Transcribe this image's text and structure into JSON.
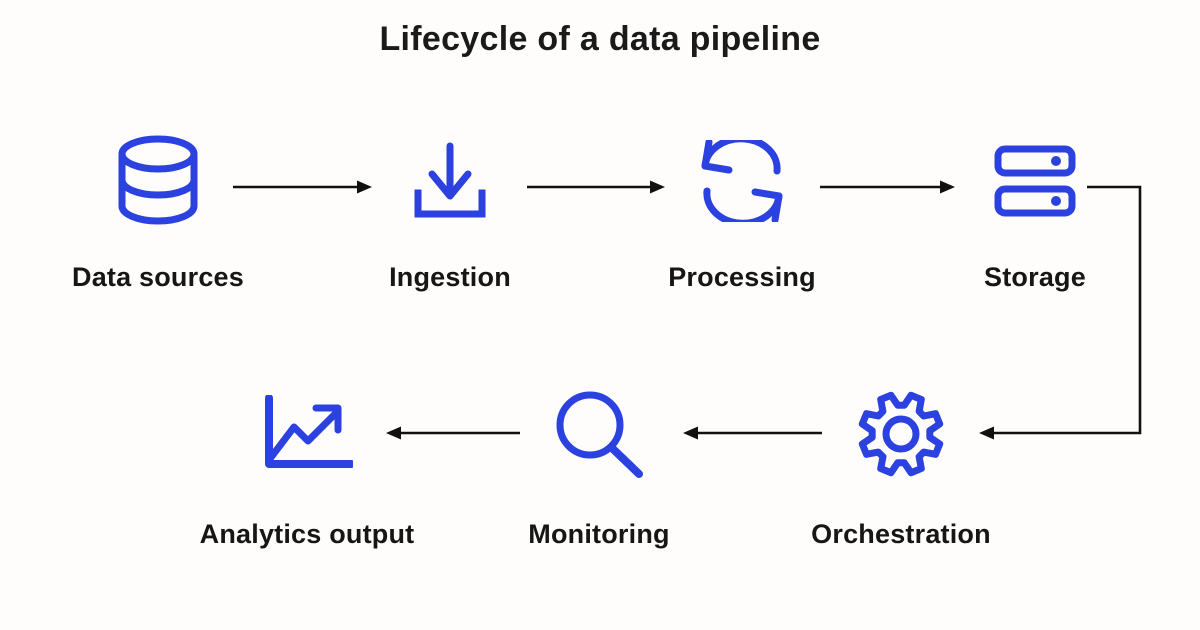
{
  "title": "Lifecycle of a data pipeline",
  "colors": {
    "background": "#fffdfb",
    "icon_accent": "#2b41e0",
    "arrow": "#111111",
    "text": "#161616"
  },
  "stages": {
    "top": [
      {
        "label": "Data sources",
        "icon": "database-icon"
      },
      {
        "label": "Ingestion",
        "icon": "download-icon"
      },
      {
        "label": "Processing",
        "icon": "sync-arrows-icon"
      },
      {
        "label": "Storage",
        "icon": "server-stack-icon"
      }
    ],
    "bottom": [
      {
        "label": "Analytics output",
        "icon": "line-chart-icon"
      },
      {
        "label": "Monitoring",
        "icon": "magnifier-icon"
      },
      {
        "label": "Orchestration",
        "icon": "gear-icon"
      }
    ]
  },
  "flow_sequence": [
    "Data sources",
    "Ingestion",
    "Processing",
    "Storage",
    "Orchestration",
    "Monitoring",
    "Analytics output"
  ]
}
